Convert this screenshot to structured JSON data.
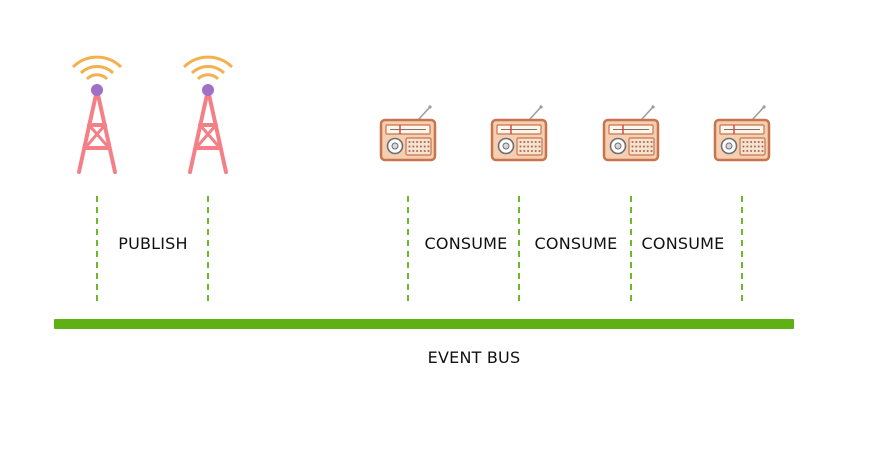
{
  "labels": {
    "publish": "PUBLISH",
    "consume": [
      "CONSUME",
      "CONSUME",
      "CONSUME"
    ],
    "bus": "EVENT BUS"
  },
  "icons": {
    "publishers": [
      "radio-tower-icon",
      "radio-tower-icon"
    ],
    "consumers": [
      "radio-receiver-icon",
      "radio-receiver-icon",
      "radio-receiver-icon",
      "radio-receiver-icon"
    ]
  },
  "colors": {
    "bus": "#5fb014",
    "connector": "#6cb92a",
    "tower": "#f57f87",
    "tower_wave": "#f3b14e",
    "tower_node": "#a06fc6",
    "radio_body": "#f4cfb0",
    "radio_frame": "#c8754f",
    "radio_speaker": "#a26d57",
    "radio_dial": "#6f6f73",
    "text": "#111111"
  }
}
